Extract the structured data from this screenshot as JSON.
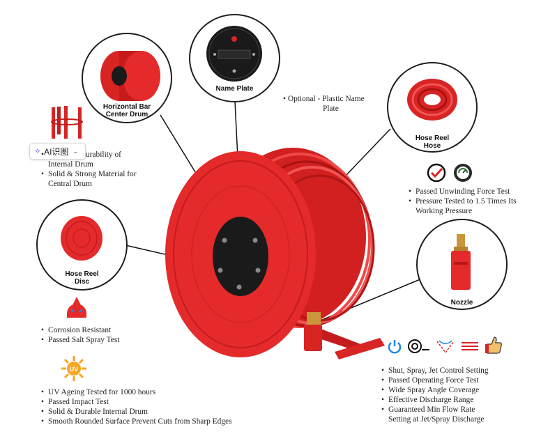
{
  "callouts": {
    "name_plate": "Name Plate",
    "horizontal_bar": "Horizontal Bar\nCenter Drum",
    "hose_reel_hose": "Hose Reel\nHose",
    "hose_reel_disc": "Hose Reel\nDisc",
    "nozzle": "Nozzle"
  },
  "ai_badge": {
    "label": "AI识图"
  },
  "name_plate_note": {
    "prefix": "Optional -",
    "text": "Plastic Name",
    "text2": "Plate"
  },
  "drum_features": [
    "Durability of Internal Drum",
    "Solid & Strong Material for Central Drum"
  ],
  "drum_features_visible": [
    "urability of",
    "Internal Drum",
    "Solid & Strong Material for",
    "Central Drum"
  ],
  "hose_features": [
    "Passed Unwinding Force Test",
    "Pressure Tested to 1.5 Times Its",
    "Working Pressure"
  ],
  "disc_features": [
    "Corrosion Resistant",
    "Passed Salt Spray Test"
  ],
  "uv_features": [
    "UV Ageing Tested for 1000 hours",
    "Passed Impact Test",
    "Solid & Durable Internal Drum",
    "Smooth Rounded Surface Prevent Cuts from Sharp Edges"
  ],
  "uv_icon_text": "UV",
  "nozzle_features": [
    "Shut, Spray, Jet Control Setting",
    "Passed Operating Force Test",
    "Wide Spray Angle Coverage",
    "Effective Discharge Range",
    "Guaranteed Min Flow Rate",
    "Setting at Jet/Spray Discharge"
  ],
  "colors": {
    "red": "#e32424",
    "dark_red": "#b81818",
    "plate": "#1a1a1a",
    "brass": "#c9963a",
    "accent_blue": "#1e88e5"
  }
}
